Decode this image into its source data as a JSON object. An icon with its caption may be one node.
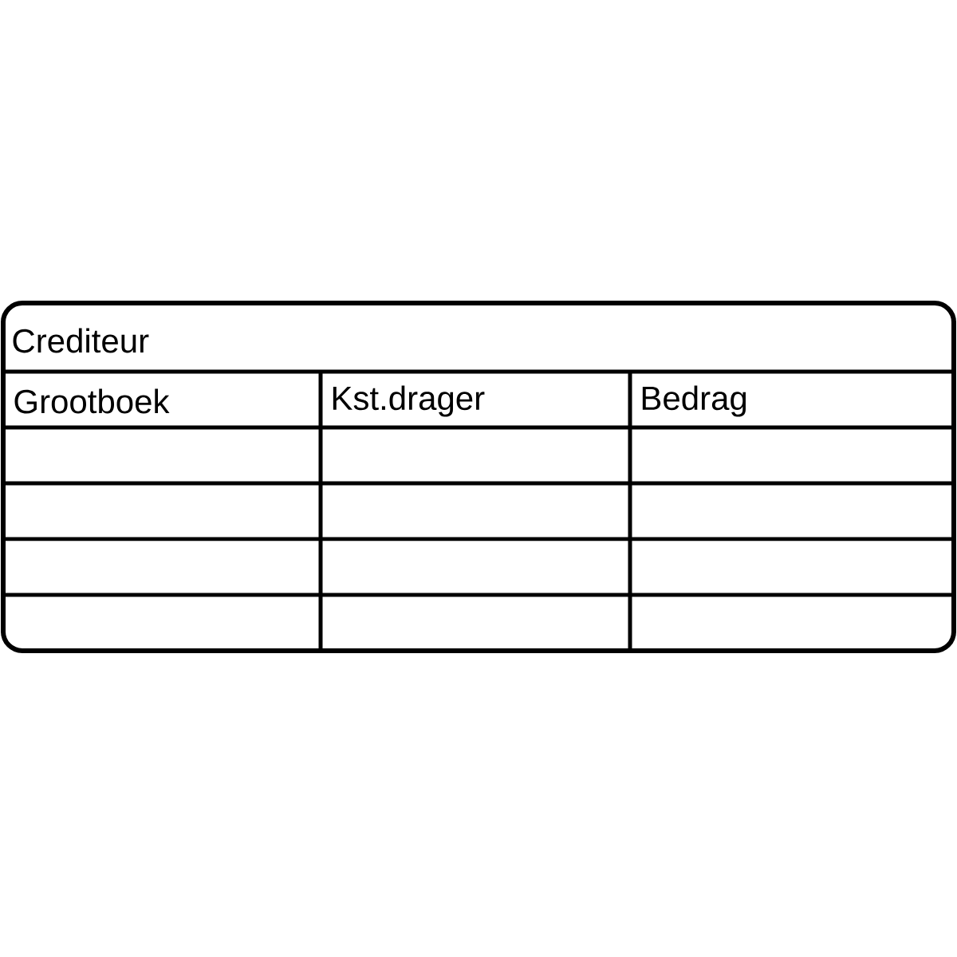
{
  "diagram": {
    "labels": [
      "Crediteur",
      "Grootboek",
      "Kst.drager",
      "Bedrag"
    ]
  }
}
